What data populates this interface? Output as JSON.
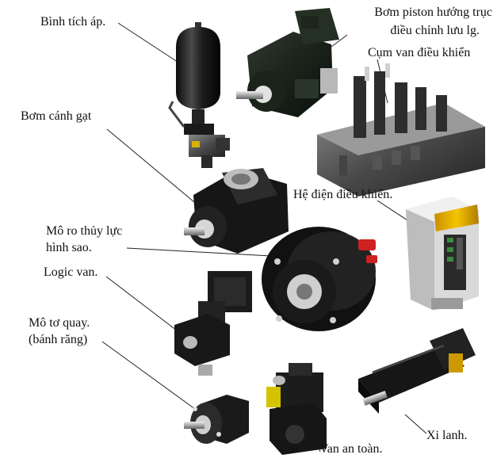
{
  "labels": {
    "accumulator": "Bình tích áp.",
    "piston_pump_1": "Bơm piston hướng trục",
    "piston_pump_2": "điều chỉnh lưu lg.",
    "valve_block": "Cụm van điều khiển",
    "vane_pump": "Bơm cánh gạt",
    "electrical": "Hệ điện điều khiển.",
    "star_motor_1": "Mô ro thủy lực",
    "star_motor_2": "hình sao.",
    "logic_valve": "Logic van.",
    "gear_motor_1": "Mô tơ quay.",
    "gear_motor_2": "(bánh răng)",
    "relief_valve": "Van an toàn.",
    "cylinder": "Xi lanh."
  }
}
